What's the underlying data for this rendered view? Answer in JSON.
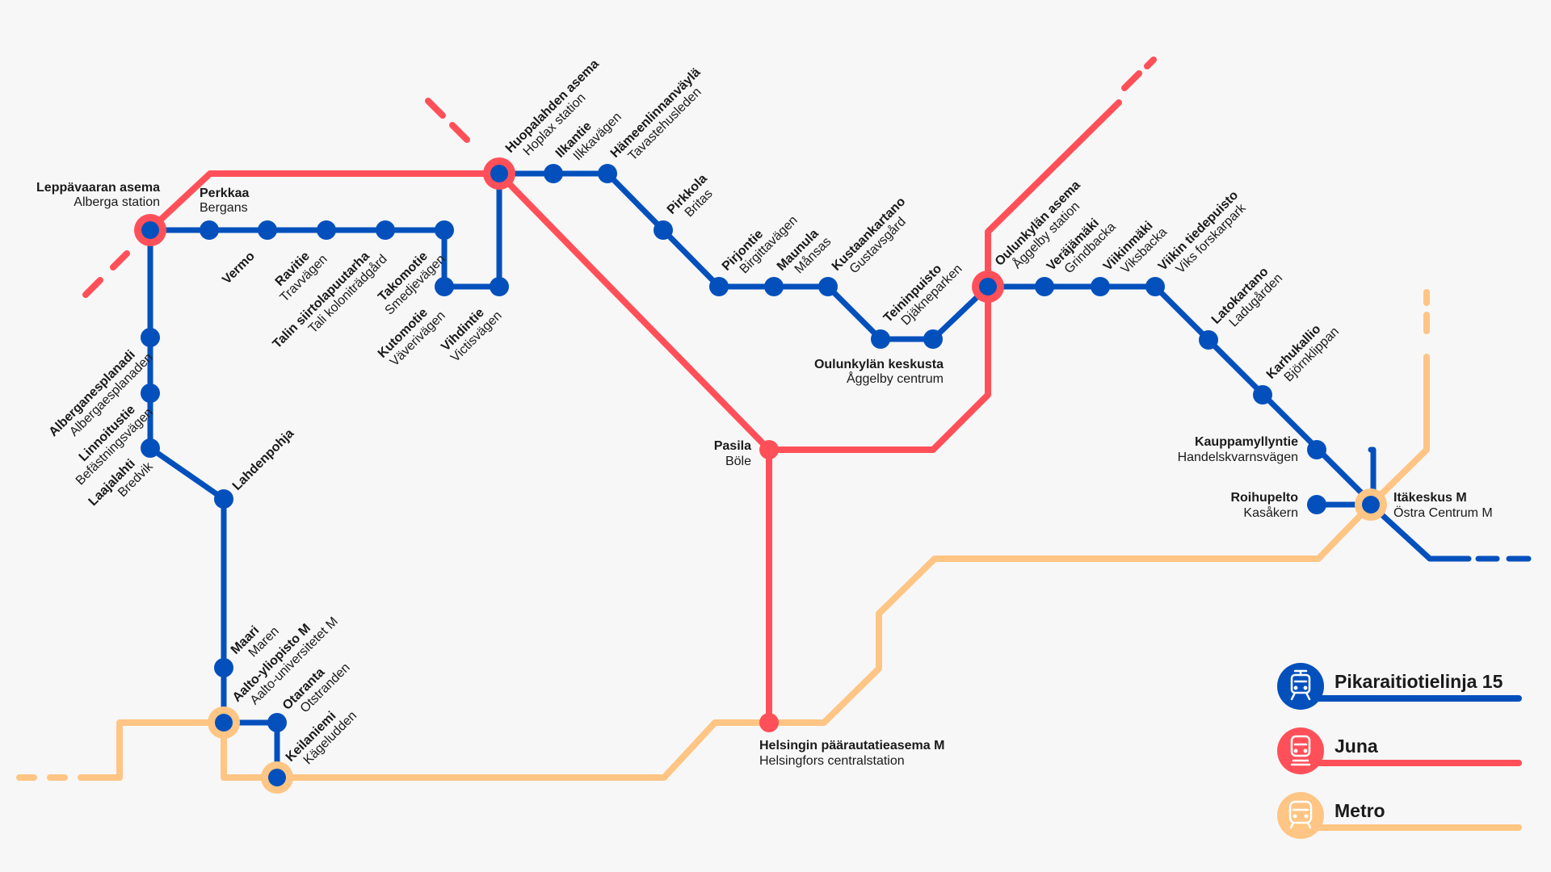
{
  "colors": {
    "background": "#f7f7f7",
    "tram": "#0350bd",
    "train": "#ff5059",
    "metro": "#ffc584",
    "text": "#1a1a1a"
  },
  "legend": [
    {
      "label": "Pikaraitiotielinja 15",
      "icon": "tram-icon",
      "color": "#0350bd"
    },
    {
      "label": "Juna",
      "icon": "train-icon",
      "color": "#ff5059"
    },
    {
      "label": "Metro",
      "icon": "metro-icon",
      "color": "#ffc584"
    }
  ],
  "stations": {
    "leppavaara": {
      "fi": "Leppävaaran asema",
      "sv": "Alberga station"
    },
    "perkkaa": {
      "fi": "Perkkaa",
      "sv": "Bergans"
    },
    "vermo": {
      "fi": "Vermo",
      "sv": ""
    },
    "ravitie": {
      "fi": "Ravitie",
      "sv": "Travvägen"
    },
    "talin": {
      "fi": "Talin siirtolapuutarha",
      "sv": "Tali koloniträdgård"
    },
    "takomotie": {
      "fi": "Takomotie",
      "sv": "Smedjevägen"
    },
    "kutomotie": {
      "fi": "Kutomotie",
      "sv": "Väverivägen"
    },
    "vihdintie": {
      "fi": "Vihdintie",
      "sv": "Victisvägen"
    },
    "huopalahti": {
      "fi": "Huopalahden asema",
      "sv": "Hoplax station"
    },
    "ilkantie": {
      "fi": "Ilkantie",
      "sv": "Ilkkavägen"
    },
    "hameenlinnanvayla": {
      "fi": "Hämeenlinnanväylä",
      "sv": "Tavastehusleden"
    },
    "pirkkola": {
      "fi": "Pirkkola",
      "sv": "Britas"
    },
    "pirjontie": {
      "fi": "Pirjontie",
      "sv": "Birgittavägen"
    },
    "maunula": {
      "fi": "Maunula",
      "sv": "Månsas"
    },
    "kustaankartano": {
      "fi": "Kustaankartano",
      "sv": "Gustavsgård"
    },
    "teininpuisto": {
      "fi": "Teininpuisto",
      "sv": "Djäkneparken"
    },
    "oulunkylan_keskusta": {
      "fi": "Oulunkylän keskusta",
      "sv": "Åggelby centrum"
    },
    "oulunkyla": {
      "fi": "Oulunkylän asema",
      "sv": "Åggelby station"
    },
    "veraja": {
      "fi": "Veräjämäki",
      "sv": "Grindbacka"
    },
    "viikinmaki": {
      "fi": "Viikinmäki",
      "sv": "Viksbacka"
    },
    "viikin_tiedepuisto": {
      "fi": "Viikin tiedepuisto",
      "sv": "Viks forskarpark"
    },
    "latokartano": {
      "fi": "Latokartano",
      "sv": "Ladugården"
    },
    "karhukallio": {
      "fi": "Karhukallio",
      "sv": "Björnklippan"
    },
    "kauppamyllyntie": {
      "fi": "Kauppamyllyntie",
      "sv": "Handelskvarnsvägen"
    },
    "roihupelto": {
      "fi": "Roihupelto",
      "sv": "Kasåkern"
    },
    "itakeskus": {
      "fi": "Itäkeskus M",
      "sv": "Östra Centrum M"
    },
    "albergan": {
      "fi": "Alberganesplanadi",
      "sv": "Albergaesplanaden"
    },
    "linnoitustie": {
      "fi": "Linnoitustie",
      "sv": "Befästningsvägen"
    },
    "laajalahti": {
      "fi": "Laajalahti",
      "sv": "Bredvik"
    },
    "lahdenpohja": {
      "fi": "Lahdenpohja",
      "sv": ""
    },
    "maari": {
      "fi": "Maari",
      "sv": "Maren"
    },
    "aalto": {
      "fi": "Aalto-yliopisto M",
      "sv": "Aalto-universitetet M"
    },
    "otaranta": {
      "fi": "Otaranta",
      "sv": "Otstranden"
    },
    "keilaniemi": {
      "fi": "Keilaniemi",
      "sv": "Kägeludden"
    },
    "pasila": {
      "fi": "Pasila",
      "sv": "Böle"
    },
    "helsinki": {
      "fi": "Helsingin päärautatieasema M",
      "sv": "Helsingfors centralstation"
    }
  }
}
